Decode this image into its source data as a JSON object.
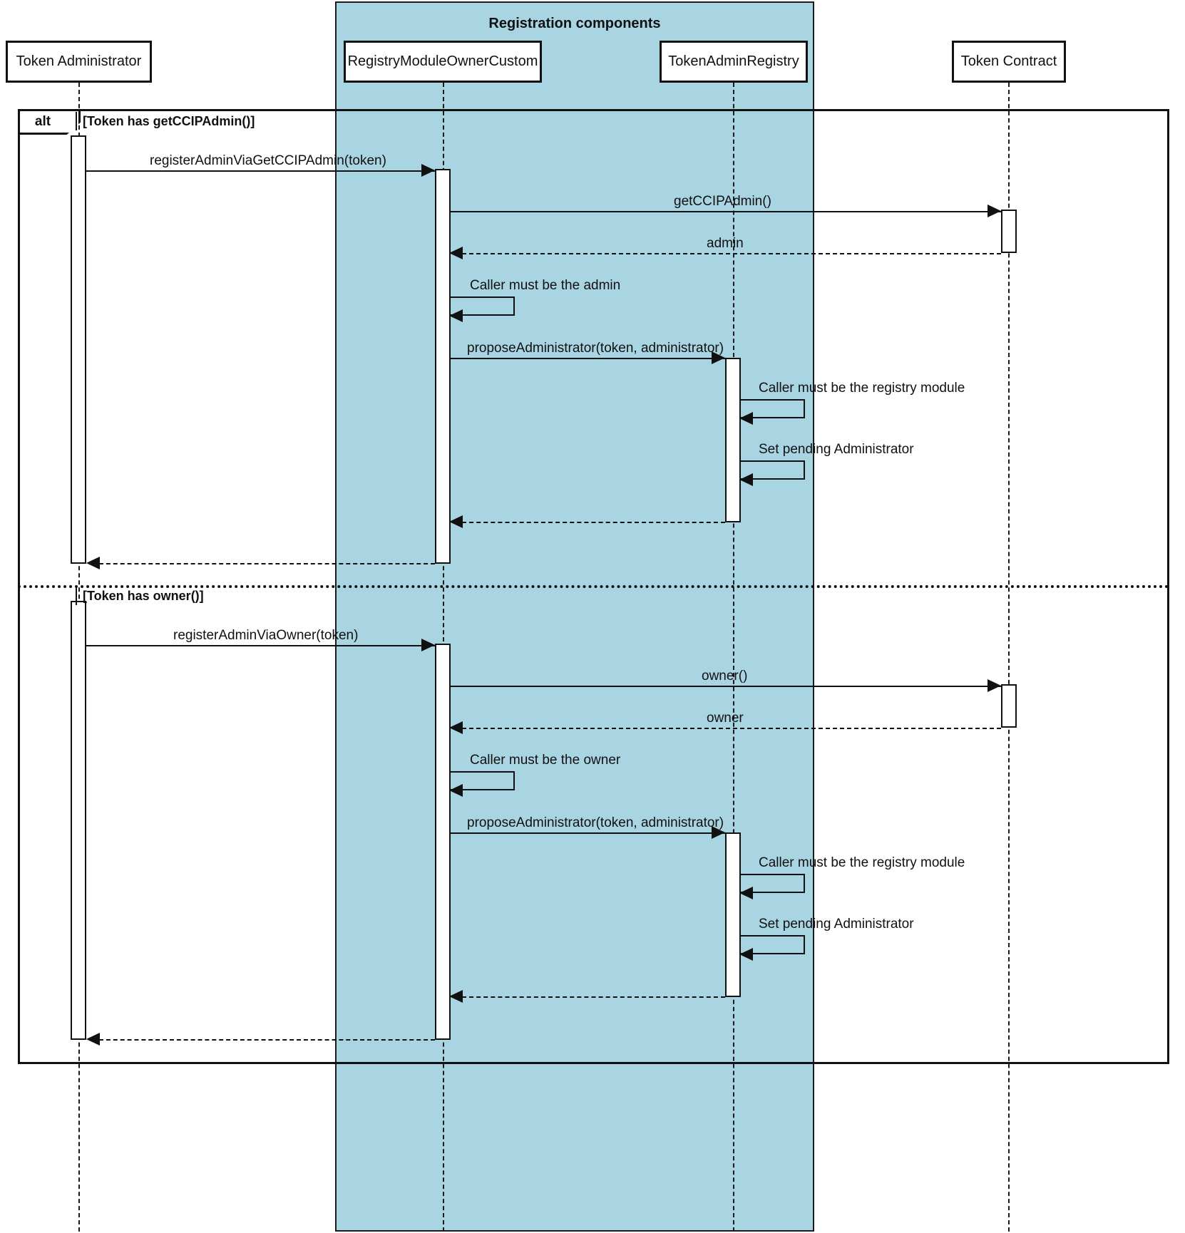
{
  "diagram": {
    "type": "uml-sequence-diagram",
    "group_box": {
      "title": "Registration components",
      "color": "#a9d5e3"
    },
    "participants": [
      {
        "name": "Token Administrator",
        "id": "token-administrator"
      },
      {
        "name": "RegistryModuleOwnerCustom",
        "id": "registry-module-owner-custom"
      },
      {
        "name": "TokenAdminRegistry",
        "id": "token-admin-registry"
      },
      {
        "name": "Token Contract",
        "id": "token-contract"
      }
    ],
    "fragment": {
      "operator": "alt",
      "guards": [
        "[Token has getCCIPAdmin()]",
        "[Token has owner()]"
      ]
    },
    "messages": [
      {
        "label": "registerAdminViaGetCCIPAdmin(token)",
        "kind": "call"
      },
      {
        "label": "getCCIPAdmin()",
        "kind": "call"
      },
      {
        "label": "admin",
        "kind": "return"
      },
      {
        "label": "Caller must be the admin",
        "kind": "self"
      },
      {
        "label": "proposeAdministrator(token, administrator)",
        "kind": "call"
      },
      {
        "label": "Caller must be the registry module",
        "kind": "self"
      },
      {
        "label": "Set pending Administrator",
        "kind": "self"
      },
      {
        "label": "registerAdminViaOwner(token)",
        "kind": "call"
      },
      {
        "label": "owner()",
        "kind": "call"
      },
      {
        "label": "owner",
        "kind": "return"
      },
      {
        "label": "Caller must be the owner",
        "kind": "self"
      },
      {
        "label": "proposeAdministrator(token, administrator)",
        "kind": "call"
      },
      {
        "label": "Caller must be the registry module",
        "kind": "self"
      },
      {
        "label": "Set pending Administrator",
        "kind": "self"
      }
    ]
  }
}
